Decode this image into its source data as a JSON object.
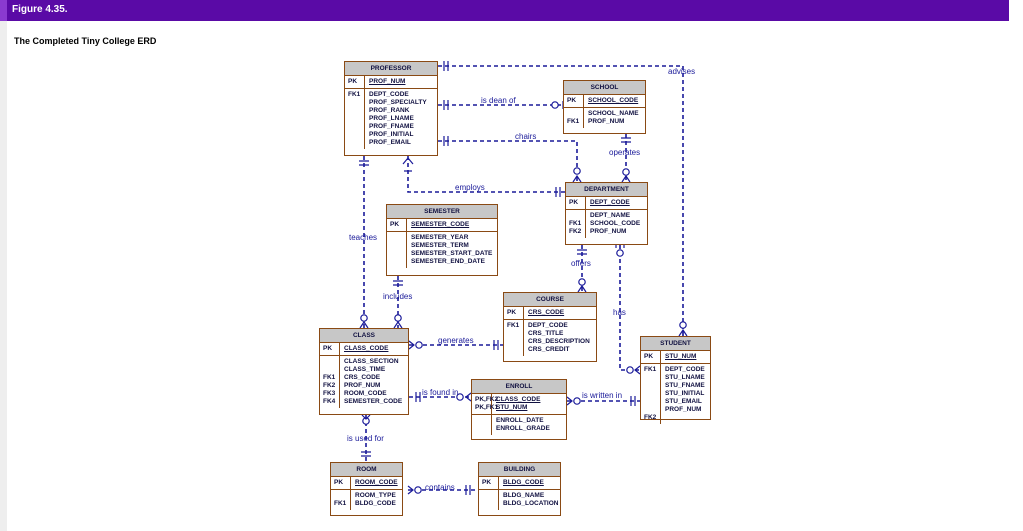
{
  "figure_label": "Figure 4.35.",
  "caption": "The Completed Tiny College ERD",
  "entities": {
    "professor": {
      "name": "PROFESSOR",
      "pk_keys": [
        "PK"
      ],
      "pk_attrs": [
        "PROF_NUM"
      ],
      "attr_keys": [
        "FK1",
        "",
        "",
        "",
        "",
        "",
        ""
      ],
      "attrs": [
        "DEPT_CODE",
        "PROF_SPECIALTY",
        "PROF_RANK",
        "PROF_LNAME",
        "PROF_FNAME",
        "PROF_INITIAL",
        "PROF_EMAIL"
      ]
    },
    "school": {
      "name": "SCHOOL",
      "pk_keys": [
        "PK"
      ],
      "pk_attrs": [
        "SCHOOL_CODE"
      ],
      "attr_keys": [
        "",
        "FK1"
      ],
      "attrs": [
        "SCHOOL_NAME",
        "PROF_NUM"
      ]
    },
    "department": {
      "name": "DEPARTMENT",
      "pk_keys": [
        "PK"
      ],
      "pk_attrs": [
        "DEPT_CODE"
      ],
      "attr_keys": [
        "",
        "FK1",
        "FK2"
      ],
      "attrs": [
        "DEPT_NAME",
        "SCHOOL_CODE",
        "PROF_NUM"
      ]
    },
    "semester": {
      "name": "SEMESTER",
      "pk_keys": [
        "PK"
      ],
      "pk_attrs": [
        "SEMESTER_CODE"
      ],
      "attr_keys": [
        "",
        "",
        "",
        ""
      ],
      "attrs": [
        "SEMESTER_YEAR",
        "SEMESTER_TERM",
        "SEMESTER_START_DATE",
        "SEMESTER_END_DATE"
      ]
    },
    "course": {
      "name": "COURSE",
      "pk_keys": [
        "PK"
      ],
      "pk_attrs": [
        "CRS_CODE"
      ],
      "attr_keys": [
        "FK1",
        "",
        "",
        ""
      ],
      "attrs": [
        "DEPT_CODE",
        "CRS_TITLE",
        "CRS_DESCRIPTION",
        "CRS_CREDIT"
      ]
    },
    "class": {
      "name": "CLASS",
      "pk_keys": [
        "PK"
      ],
      "pk_attrs": [
        "CLASS_CODE"
      ],
      "attr_keys": [
        "",
        "",
        "FK1",
        "FK2",
        "FK3",
        "FK4"
      ],
      "attrs": [
        "CLASS_SECTION",
        "CLASS_TIME",
        "CRS_CODE",
        "PROF_NUM",
        "ROOM_CODE",
        "SEMESTER_CODE"
      ]
    },
    "enroll": {
      "name": "ENROLL",
      "pk_keys": [
        "PK,FK2",
        "PK,FK1"
      ],
      "pk_attrs": [
        "CLASS_CODE",
        "STU_NUM"
      ],
      "attr_keys": [
        "",
        ""
      ],
      "attrs": [
        "ENROLL_DATE",
        "ENROLL_GRADE"
      ]
    },
    "student": {
      "name": "STUDENT",
      "pk_keys": [
        "PK"
      ],
      "pk_attrs": [
        "STU_NUM"
      ],
      "attr_keys": [
        "FK1",
        "",
        "",
        "",
        "",
        "",
        "FK2"
      ],
      "attrs": [
        "DEPT_CODE",
        "STU_LNAME",
        "STU_FNAME",
        "STU_INITIAL",
        "STU_EMAIL",
        "PROF_NUM"
      ]
    },
    "room": {
      "name": "ROOM",
      "pk_keys": [
        "PK"
      ],
      "pk_attrs": [
        "ROOM_CODE"
      ],
      "attr_keys": [
        "",
        "FK1"
      ],
      "attrs": [
        "ROOM_TYPE",
        "BLDG_CODE"
      ]
    },
    "building": {
      "name": "BUILDING",
      "pk_keys": [
        "PK"
      ],
      "pk_attrs": [
        "BLDG_CODE"
      ],
      "attr_keys": [
        "",
        ""
      ],
      "attrs": [
        "BLDG_NAME",
        "BLDG_LOCATION"
      ]
    }
  },
  "relationships": {
    "advises": "advises",
    "is_dean_of": "is dean of",
    "chairs": "chairs",
    "operates": "operates",
    "employs": "employs",
    "teaches": "teaches",
    "includes": "includes",
    "offers": "offers",
    "has": "has",
    "generates": "generates",
    "is_found_in": "is found in",
    "is_written_in": "is written in",
    "is_used_for": "is used for",
    "contains": "contains"
  },
  "colors": {
    "header": "#5a0aa6",
    "line": "#1a1a99",
    "entity_border": "#8a4a14",
    "entity_head": "#c7c7c7"
  }
}
